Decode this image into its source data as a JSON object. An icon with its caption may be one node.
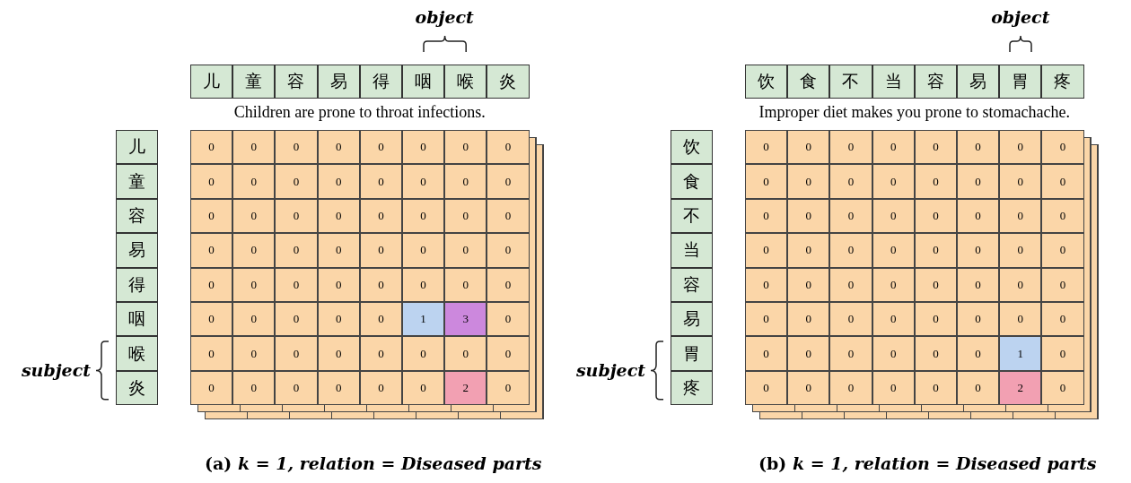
{
  "diagram": {
    "labels": [
      "object",
      "儿",
      "童",
      "容",
      "易",
      "得",
      "咽",
      "喉",
      "炎",
      "Children are prone to throat infections.",
      "儿",
      "0",
      "0",
      "0",
      "0",
      "0",
      "0",
      "0",
      "0",
      "童",
      "0",
      "0",
      "0",
      "0",
      "0",
      "0",
      "0",
      "0",
      "容",
      "0",
      "0",
      "0",
      "0",
      "0",
      "0",
      "0",
      "0",
      "易",
      "0",
      "0",
      "0",
      "0",
      "0",
      "0",
      "0",
      "0",
      "得",
      "0",
      "0",
      "0",
      "0",
      "0",
      "0",
      "0",
      "0",
      "咽",
      "0",
      "0",
      "0",
      "0",
      "0",
      "1",
      "3",
      "0",
      "喉",
      "0",
      "0",
      "0",
      "0",
      "0",
      "0",
      "0",
      "0",
      "炎",
      "0",
      "0",
      "0",
      "0",
      "0",
      "0",
      "2",
      "0",
      "subject",
      "(a) *k = 1, relation = Diseased parts*",
      "object",
      "饮",
      "食",
      "不",
      "当",
      "容",
      "易",
      "胃",
      "疼",
      "Improper diet makes you prone to stomachache.",
      "饮",
      "0",
      "0",
      "0",
      "0",
      "0",
      "0",
      "0",
      "0",
      "食",
      "0",
      "0",
      "0",
      "0",
      "0",
      "0",
      "0",
      "0",
      "不",
      "0",
      "0",
      "0",
      "0",
      "0",
      "0",
      "0",
      "0",
      "当",
      "0",
      "0",
      "0",
      "0",
      "0",
      "0",
      "0",
      "0",
      "容",
      "0",
      "0",
      "0",
      "0",
      "0",
      "0",
      "0",
      "0",
      "易",
      "0",
      "0",
      "0",
      "0",
      "0",
      "0",
      "0",
      "0",
      "胃",
      "0",
      "0",
      "0",
      "0",
      "0",
      "0",
      "1",
      "0",
      "疼",
      "0",
      "0",
      "0",
      "0",
      "0",
      "0",
      "2",
      "0",
      "subject",
      "(b) *k = 1, relation = Diseased parts*"
    ]
  }
}
